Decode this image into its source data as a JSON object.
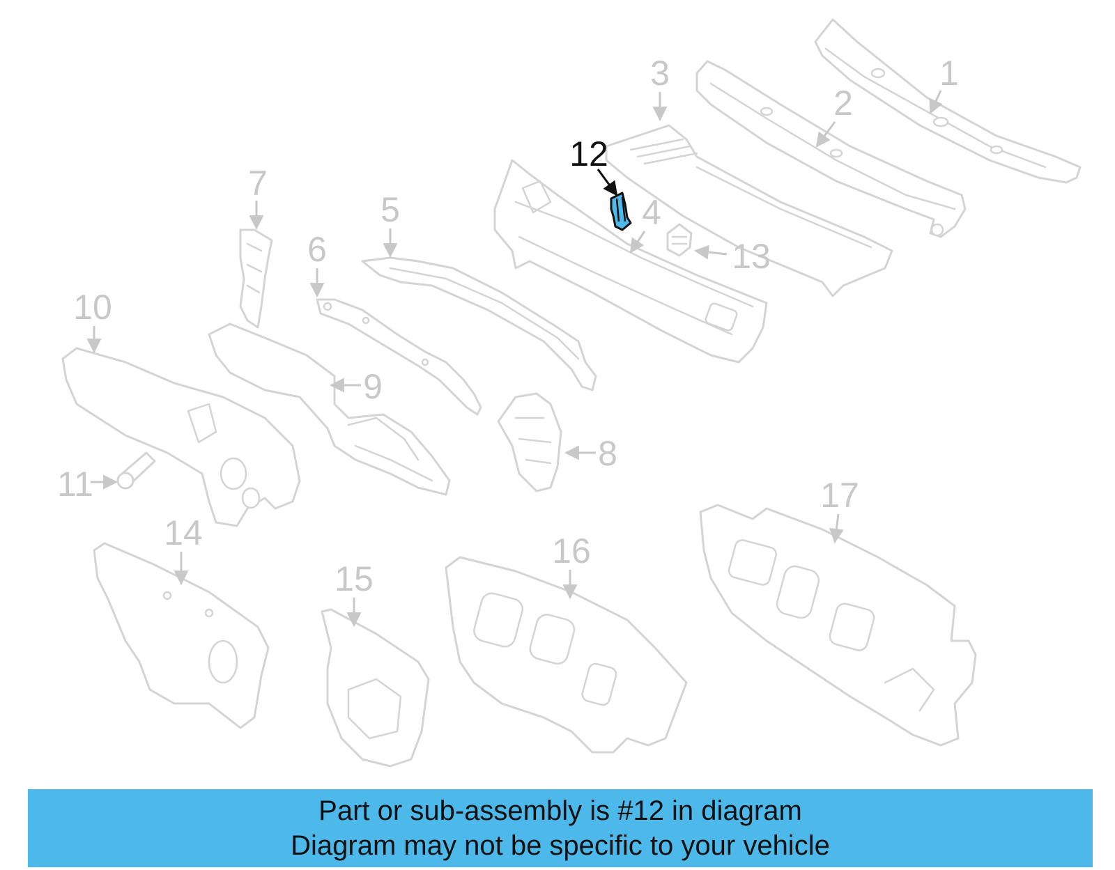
{
  "diagram": {
    "highlighted_part": "12",
    "highlight_color": "#4db8ea",
    "labels": {
      "p1": "1",
      "p2": "2",
      "p3": "3",
      "p4": "4",
      "p5": "5",
      "p6": "6",
      "p7": "7",
      "p8": "8",
      "p9": "9",
      "p10": "10",
      "p11": "11",
      "p12": "12",
      "p13": "13",
      "p14": "14",
      "p15": "15",
      "p16": "16",
      "p17": "17"
    }
  },
  "banner": {
    "line1": "Part or sub-assembly is #12 in diagram",
    "line2": "Diagram may not be specific to your vehicle",
    "background": "#4db8ea"
  }
}
